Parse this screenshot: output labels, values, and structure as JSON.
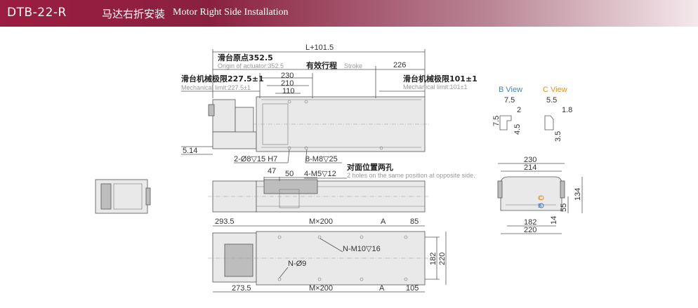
{
  "header": {
    "model": "DTB-22-R",
    "title_cn": "马达右折安装",
    "title_en": "Motor Right Side Installation"
  },
  "top_view": {
    "total_length": "L+101.5",
    "origin_cn": "滑台原点352.5",
    "origin_en": "Origin of actuator:352.5",
    "stroke_cn": "有效行程",
    "stroke_en": "Stroke",
    "dim_226": "226",
    "left_limit_cn": "滑台机械极限227.5±1",
    "left_limit_en": "Mechanical limit:227.5±1",
    "right_limit_cn": "滑台机械极限101±1",
    "right_limit_en": "Mechanical limit:101±1",
    "dim_230": "230",
    "dim_210": "210",
    "dim_110": "110",
    "dim_514": "5.14",
    "hole_dowel": "2-Ø8▽15 H7",
    "hole_m8": "8-M8▽25",
    "dim_47": "47",
    "dim_50": "50",
    "hole_m5": "4-M5▽12",
    "opposite_cn": "对面位置两孔",
    "opposite_en": "2 holes on the same position at opposite side."
  },
  "bottom_view": {
    "dim_2935": "293.5",
    "dim_m200_top": "M×200",
    "dim_a_top": "A",
    "dim_85": "85",
    "hole_m10": "N-M10▽16",
    "hole_n9": "N-Ø9",
    "dim_182": "182",
    "dim_220": "220",
    "dim_2735": "273.5",
    "dim_m200_bot": "M×200",
    "dim_a_bot": "A",
    "dim_105": "105"
  },
  "b_view": {
    "label": "B View",
    "dim_75_top": "7.5",
    "dim_2": "2",
    "dim_75_side": "7.5",
    "dim_45": "4.5"
  },
  "c_view": {
    "label": "C View",
    "dim_55": "5.5",
    "dim_18": "1.8",
    "dim_35": "3.5"
  },
  "end_view": {
    "dim_230": "230",
    "dim_214": "214",
    "dim_134": "134",
    "dim_55": "55",
    "dim_14": "14",
    "dim_182": "182",
    "dim_220": "220",
    "label_c": "C",
    "label_b": "B"
  },
  "colors": {
    "header_start": "#9b1d3f",
    "view_b": "#4a7fc1",
    "view_c": "#e0962a"
  }
}
